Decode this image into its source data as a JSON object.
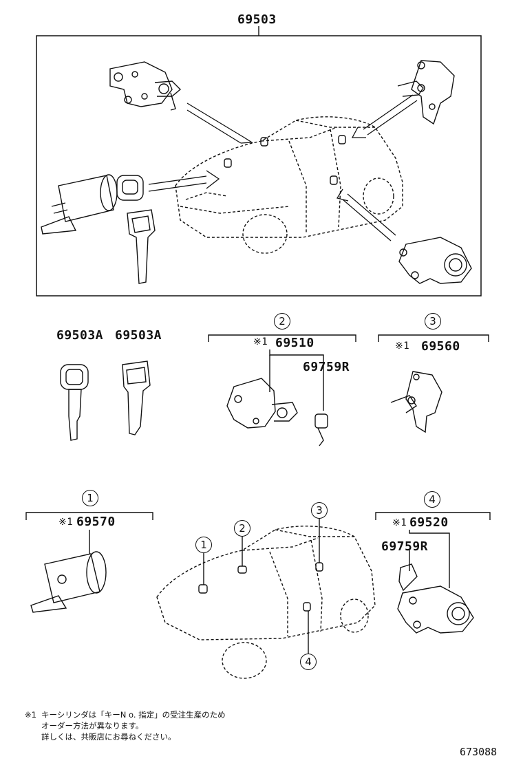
{
  "diagram": {
    "set_part_number": "69503",
    "keys": [
      "69503A",
      "69503A"
    ],
    "groups": [
      {
        "index": "2",
        "mark": "※1",
        "part": "69510",
        "sub_part": "69759R"
      },
      {
        "index": "3",
        "mark": "※1",
        "part": "69560"
      },
      {
        "index": "1",
        "mark": "※1",
        "part": "69570"
      },
      {
        "index": "4",
        "mark": "※1",
        "part": "69520",
        "sub_part": "69759R"
      }
    ],
    "car_callouts": [
      "1",
      "2",
      "3",
      "4"
    ],
    "footnote": {
      "mark": "※1",
      "lines": [
        "キーシリンダは「キーN o. 指定」の受注生産のため",
        "オーダー方法が異なります。",
        "詳しくは、共販店にお尋ねください。"
      ]
    },
    "figure_number": "673088"
  }
}
